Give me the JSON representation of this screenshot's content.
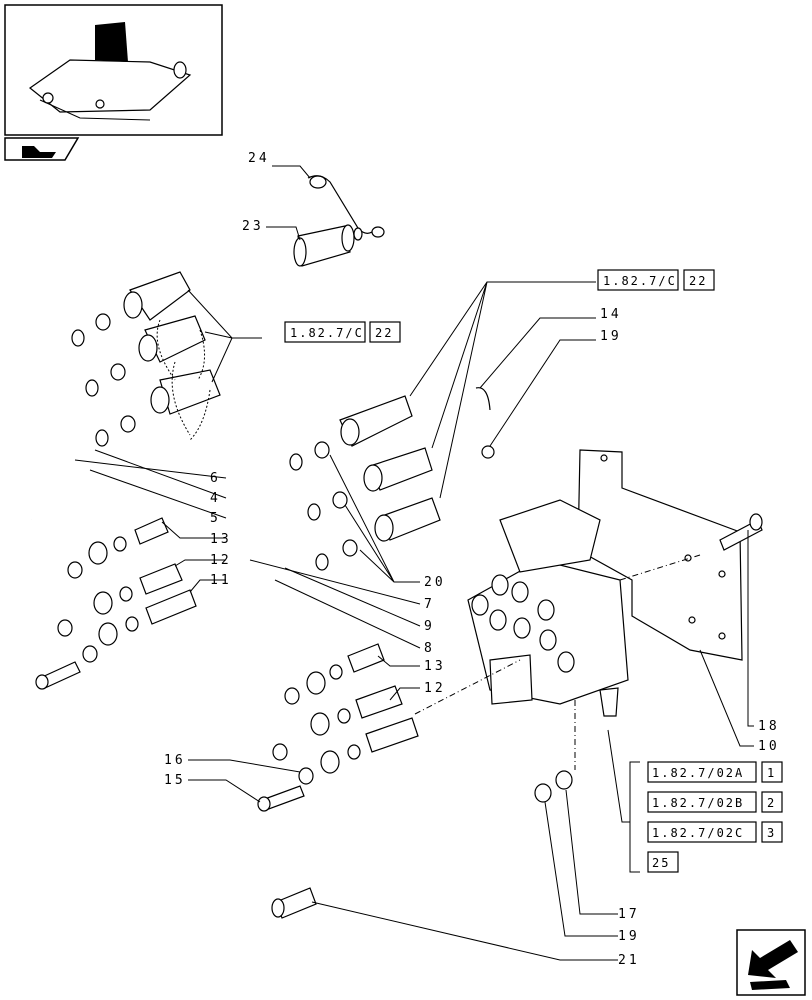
{
  "callouts": {
    "c24": "24",
    "c23": "23",
    "c14": "14",
    "c19a": "19",
    "c6": "6",
    "c4": "4",
    "c5": "5",
    "c13a": "13",
    "c12a": "12",
    "c11": "11",
    "c20": "20",
    "c7": "7",
    "c9": "9",
    "c8": "8",
    "c13b": "13",
    "c12b": "12",
    "c16": "16",
    "c15": "15",
    "c18": "18",
    "c10": "10",
    "c17": "17",
    "c19b": "19",
    "c21": "21"
  },
  "references": {
    "ref_left": "1.82.7/C",
    "ref_left_num": "22",
    "ref_top": "1.82.7/C",
    "ref_top_num": "22",
    "ref_a": "1.82.7/02A",
    "ref_a_num": "1",
    "ref_b": "1.82.7/02B",
    "ref_b_num": "2",
    "ref_c": "1.82.7/02C",
    "ref_c_num": "3",
    "ref_d_num": "25"
  },
  "icons": {
    "thumbnail": "tractor-rear-locator-icon",
    "section": "section-marker-icon",
    "next": "next-page-arrow-icon"
  }
}
